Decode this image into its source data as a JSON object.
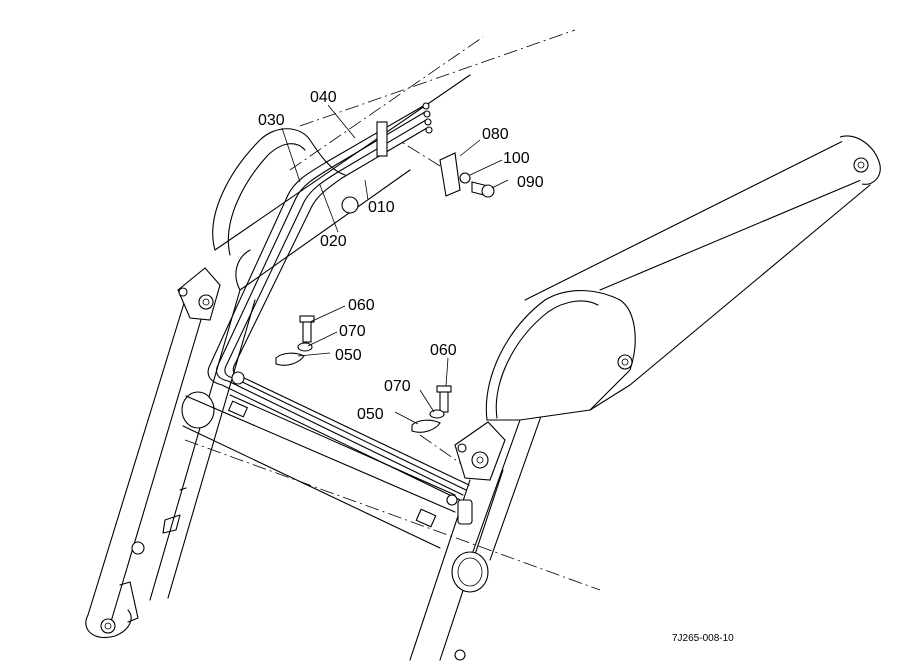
{
  "callouts": [
    {
      "id": "c040",
      "text": "040"
    },
    {
      "id": "c030",
      "text": "030"
    },
    {
      "id": "c080",
      "text": "080"
    },
    {
      "id": "c100",
      "text": "100"
    },
    {
      "id": "c090",
      "text": "090"
    },
    {
      "id": "c010",
      "text": "010"
    },
    {
      "id": "c020",
      "text": "020"
    },
    {
      "id": "c060a",
      "text": "060"
    },
    {
      "id": "c070a",
      "text": "070"
    },
    {
      "id": "c050a",
      "text": "050"
    },
    {
      "id": "c060b",
      "text": "060"
    },
    {
      "id": "c070b",
      "text": "070"
    },
    {
      "id": "c050b",
      "text": "050"
    }
  ],
  "drawing_code": "7J265-008-10"
}
